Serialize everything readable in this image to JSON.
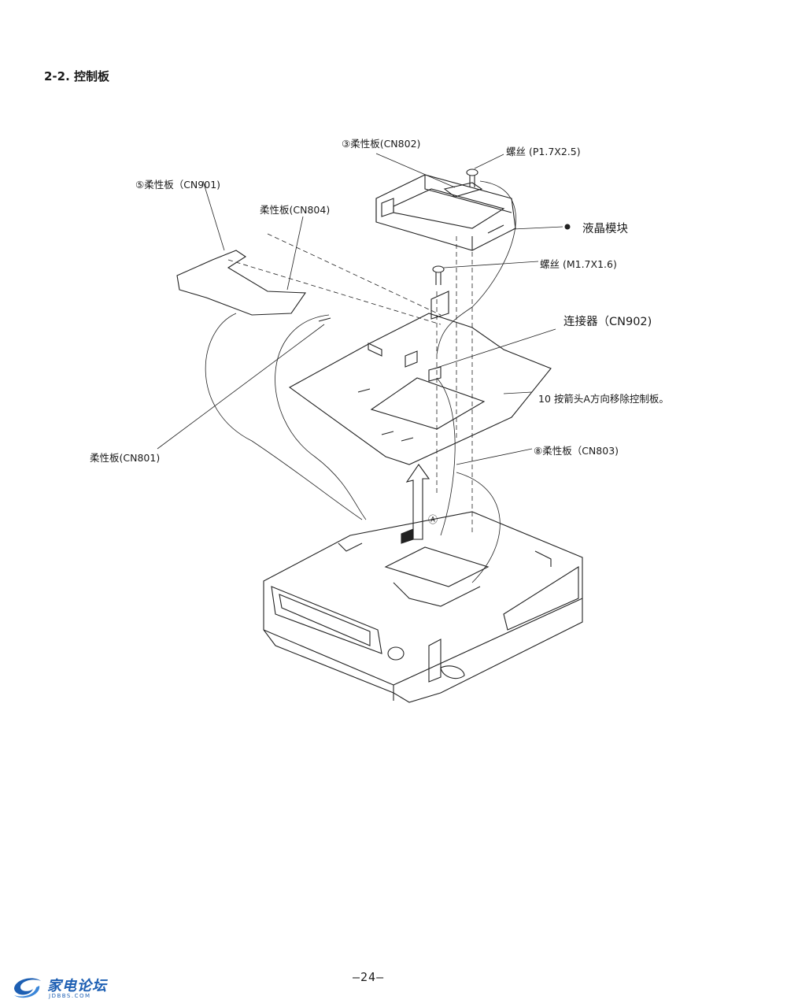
{
  "header": {
    "section_title": "2-2. 控制板"
  },
  "callouts": {
    "cn802": "③柔性板(CN802)",
    "screw_p17": "螺丝 (P1.7X2.5)",
    "cn901": "⑤柔性板（CN901)",
    "cn804": "柔性板(CN804)",
    "lcd_module": "液晶模块",
    "screw_m17": "螺丝 (M1.7X1.6)",
    "connector_cn902": "连接器（CN902)",
    "step10": "10 按箭头A方向移除控制板。",
    "cn801": "柔性板(CN801)",
    "cn803": "⑧柔性板（CN803)",
    "arrow_a": "Ⓐ"
  },
  "footer": {
    "page_number": "—24—",
    "watermark_brand": "家电论坛",
    "watermark_url": "JDBBS.COM"
  }
}
